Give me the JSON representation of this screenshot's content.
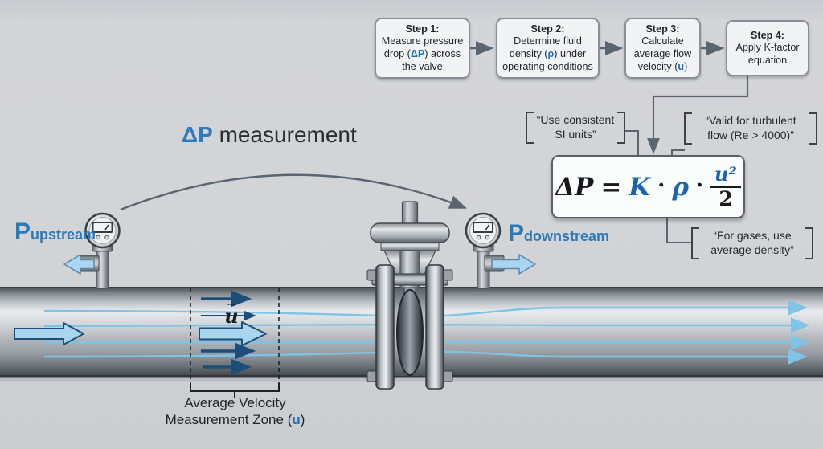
{
  "flowchart": {
    "steps": [
      {
        "title": "Step 1:",
        "pre": "Measure pressure drop (",
        "token": "ΔP",
        "post": ") across the valve"
      },
      {
        "title": "Step 2:",
        "pre": "Determine fluid density (",
        "token": "ρ",
        "post": ") under operating conditions"
      },
      {
        "title": "Step 3:",
        "pre": "Calculate average flow velocity (",
        "token": "u",
        "post": ")"
      },
      {
        "title": "Step 4:",
        "pre": "Apply K-factor equation",
        "token": "",
        "post": ""
      }
    ]
  },
  "notes": {
    "si": "“Use consistent SI units”",
    "turbulent": "“Valid for turbulent flow (Re > 4000)”",
    "gases": "“For gases, use average density”"
  },
  "formula": {
    "lhs": "ΔP",
    "equals": "=",
    "k": "K",
    "dot1": "·",
    "rho": "ρ",
    "dot2": "·",
    "numerator": "u²",
    "denominator": "2"
  },
  "labels": {
    "dp_token": "ΔP",
    "dp_rest": " measurement",
    "p_upstream_main": "P",
    "p_upstream_sub": "upstream",
    "p_downstream_main": "P",
    "p_downstream_sub": "downstream",
    "velocity": "u",
    "zone_pre": "Average Velocity Measurement Zone (",
    "zone_token": "u",
    "zone_post": ")"
  },
  "icons": {
    "vector_arrow": "→"
  },
  "colors": {
    "accent_blue": "#2073b8",
    "formula_blue": "#1a66ae",
    "navy_arrow": "#1d4e79",
    "stream_blue": "#7fc3e6",
    "connector_gray": "#5a6570"
  }
}
